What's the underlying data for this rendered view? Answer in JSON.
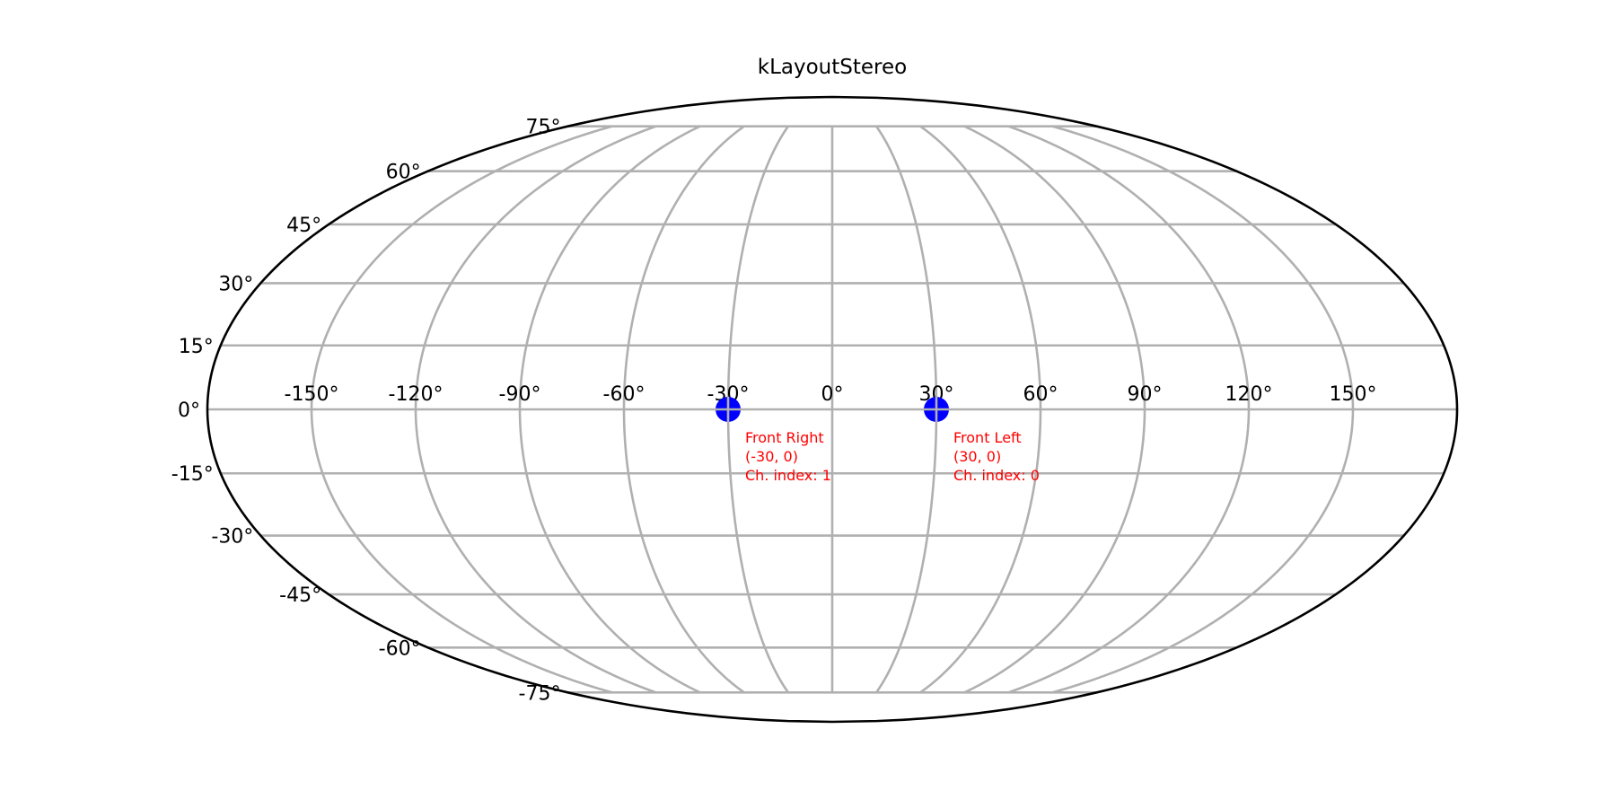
{
  "chart_data": {
    "type": "scatter",
    "projection": "mollweide",
    "title": "kLayoutStereo",
    "grid": true,
    "xlim": [
      -180,
      180
    ],
    "ylim": [
      -90,
      90
    ],
    "lon_ticks": [
      -150,
      -120,
      -90,
      -60,
      -30,
      0,
      30,
      60,
      90,
      120,
      150
    ],
    "lon_tick_labels": [
      "-150°",
      "-120°",
      "-90°",
      "-60°",
      "-30°",
      "0°",
      "30°",
      "60°",
      "90°",
      "120°",
      "150°"
    ],
    "lat_ticks": [
      75,
      60,
      45,
      30,
      15,
      0,
      -15,
      -30,
      -45,
      -60,
      -75
    ],
    "lat_tick_labels": [
      "75°",
      "60°",
      "45°",
      "30°",
      "15°",
      "0°",
      "-15°",
      "-30°",
      "-45°",
      "-60°",
      "-75°"
    ],
    "points": [
      {
        "x": -30,
        "y": 0,
        "label_lines": [
          "Front Right",
          "(-30, 0)",
          "Ch. index: 1"
        ]
      },
      {
        "x": 30,
        "y": 0,
        "label_lines": [
          "Front Left",
          "(30, 0)",
          "Ch. index: 0"
        ]
      }
    ],
    "colors": {
      "point": "#0000ff",
      "annotation": "#ff0000",
      "grid": "#b0b0b0",
      "outline": "#000000"
    }
  }
}
